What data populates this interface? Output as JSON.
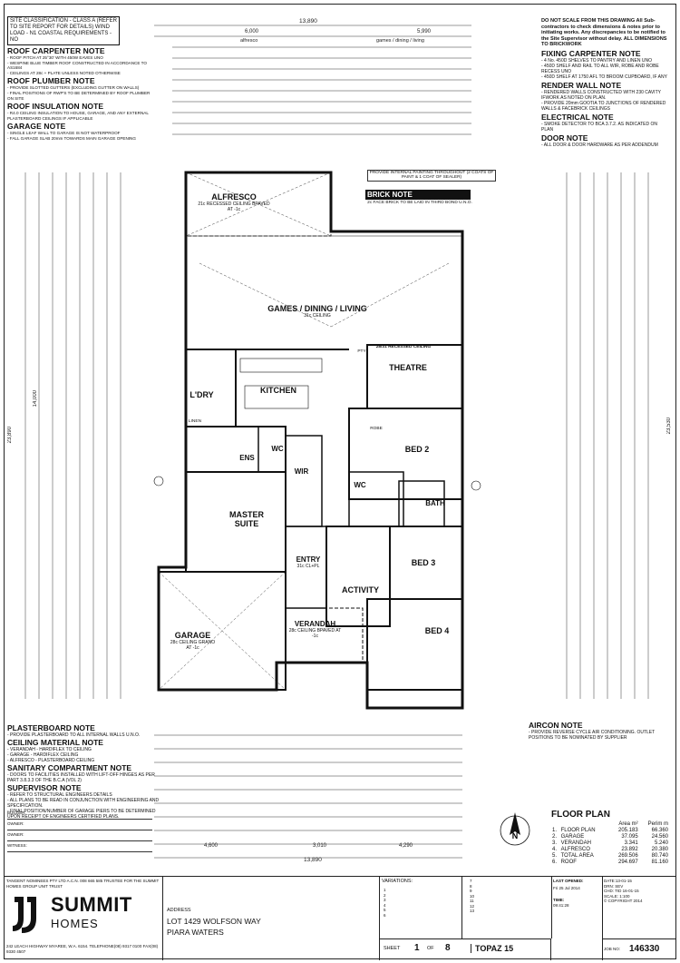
{
  "site_classification": "SITE CLASSIFICATION - CLASS A (REFER TO SITE REPORT FOR DETAILS) WIND LOAD - N1 COASTAL REQUIREMENTS - NO",
  "left_notes": [
    {
      "head": "ROOF CARPENTER NOTE",
      "items": [
        "- ROOF PITCH AT 25°30' WITH 450W EAVES UNO",
        "- WESPINE BLUE TIMBER ROOF CONSTRUCTED IN ACCORDANCE TO AS1684",
        "- CEILINGS AT 28c + PLATE UNLESS NOTED OTHERWISE"
      ]
    },
    {
      "head": "ROOF PLUMBER NOTE",
      "items": [
        "- PROVIDE SLOTTED GUTTERS (EXCLUDING GUTTER ON WALLS)",
        "- FINAL POSITIONS OF RWP'S TO BE DETERMINED BY ROOF PLUMBER ON SITE"
      ]
    },
    {
      "head": "ROOF INSULATION NOTE",
      "items": [
        "- R4.0 CEILING INSULATION TO HOUSE, GARAGE, AND ANY EXTERNAL PLASTERBOARD CEILINGS IF APPLICABLE"
      ]
    },
    {
      "head": "GARAGE NOTE",
      "items": [
        "- SINGLE LEAF WALL TO GARAGE IS NOT WATERPROOF",
        "- FALL GARAGE SLAB 20mm TOWARDS MAIN GARAGE OPENING"
      ]
    }
  ],
  "right_disclaimer": "DO NOT SCALE FROM THIS DRAWING All Sub-contractors to check dimensions & notes prior to initiating works. Any discrepancies to be notified to the Site Supervisor without delay. ALL DIMENSIONS TO BRICKWORK",
  "right_notes": [
    {
      "head": "FIXING CARPENTER NOTE",
      "items": [
        "- 4 No. 450D SHELVES TO PANTRY AND LINEN UNO",
        "- 450D SHELF AND RAIL TO ALL WIR, ROBE AND ROBE RECESS UNO",
        "- 450D SHELF AT 1750 AFL TO BROOM CUPBOARD, IF ANY"
      ]
    },
    {
      "head": "RENDER WALL NOTE",
      "items": [
        "- RENDERED WALLS CONSTRUCTED WITH 230 CAVITY IFWORK AS NOTED ON PLAN.",
        "- PROVIDE 20mm GOOTIA TO JUNCTIONS OF RENDERED WALLS & FACEBRICK CEILINGS"
      ]
    },
    {
      "head": "ELECTRICAL NOTE",
      "items": [
        "- SMOKE DETECTOR TO BCA 3.7.2. AS INDICATED ON PLAN"
      ]
    },
    {
      "head": "DOOR NOTE",
      "items": [
        "- ALL DOOR & DOOR HARDWARE AS PER ADDENDUM"
      ]
    }
  ],
  "bottom_notes": [
    {
      "head": "PLASTERBOARD NOTE",
      "items": [
        "- PROVIDE PLASTERBOARD TO ALL INTERNAL WALLS U.N.O."
      ]
    },
    {
      "head": "CEILING MATERIAL NOTE",
      "items": [
        "- VERANDAH - HARDIFLEX TO CEILING",
        "- GARAGE - HARDIFLEX CEILING",
        "- ALFRESCO - PLASTERBOARD CEILING"
      ]
    },
    {
      "head": "SANITARY COMPARTMENT NOTE",
      "items": [
        "- DOORS TO FACILITIES INSTALLED WITH LIFT-OFF HINGES AS PER PART 3.8.3.3 OF THE B.C.A (VOL 2)"
      ]
    },
    {
      "head": "SUPERVISOR NOTE",
      "items": [
        "- REFER TO STRUCTURAL ENGINEERS DETAILS",
        "- ALL PLANS TO BE READ IN CONJUNCTION WITH ENGINEERING AND SPECIFICATION.",
        "- FINAL POSITION/NUMBER OF GARAGE PIERS TO BE DETERMINED UPON RECEIPT OF ENGINEERS CERTIFIED PLANS."
      ]
    }
  ],
  "aircon": {
    "head": "AIRCON NOTE",
    "text": "- PROVIDE REVERSE CYCLE AIR CONDITIONING. OUTLET POSITIONS TO BE NOMINATED BY SUPPLIER"
  },
  "rooms": {
    "alfresco": "ALFRESCO",
    "alfresco_sub": "21c RECESSED CEILING BPAVED AT -1c",
    "games": "GAMES / DINING / LIVING",
    "games_sub": "31c CEILING",
    "theatre": "THEATRE",
    "theatre_sub": "28/31 RECESSED CEILING",
    "kitchen": "KITCHEN",
    "ldry": "L'DRY",
    "ens": "ENS",
    "wc": "WC",
    "wc2": "WC",
    "wir": "WIR",
    "master": "MASTER SUITE",
    "bed2": "BED 2",
    "bed3": "BED 3",
    "bed4": "BED 4",
    "bath": "BATH",
    "entry": "ENTRY",
    "entry_sub": "31c CL+PL",
    "activity": "ACTIVITY",
    "verandah": "VERANDAH",
    "verandah_sub": "28c CEILING BPAVED AT -1c",
    "garage": "GARAGE",
    "garage_sub": "28c CEILING GRANO AT -1c",
    "linen": "LINEN",
    "robe": "ROBE",
    "pty": "PTY"
  },
  "brick_note": "BRICK NOTE",
  "brick_note_sub": "2c FACE BRICK TO BE LAID IN THIRD BOND U.N.O.",
  "paint_note": "PROVIDE INTERNAL PAINTING THROUGHOUT (2 COATS OF PAINT & 1 COAT OF SEALER)",
  "dims": {
    "top_overall": "13,890",
    "top_a": "6,000",
    "top_b": "5,990",
    "top_alfresco": "alfresco",
    "top_games": "games / dining / living",
    "bottom_overall": "13,890",
    "left_total": "23,890",
    "right_total": "23,530",
    "mid_left": "14,000",
    "bottom_a": "4,600",
    "bottom_b": "3,010",
    "bottom_c": "4,290"
  },
  "signature_labels": [
    "BUILDER:",
    "OWNER:",
    "OWNER:",
    "WITNESS:"
  ],
  "floor_plan": {
    "title": "FLOOR PLAN",
    "col1": "Area m²",
    "col2": "Perim m",
    "rows": [
      {
        "n": "1.",
        "name": "FLOOR PLAN",
        "area": "205.183",
        "perim": "66.360"
      },
      {
        "n": "2.",
        "name": "GARAGE",
        "area": "37.095",
        "perim": "24.560"
      },
      {
        "n": "3.",
        "name": "VERANDAH",
        "area": "3.341",
        "perim": "5.240"
      },
      {
        "n": "4.",
        "name": "ALFRESCO",
        "area": "23.892",
        "perim": "20.380"
      },
      {
        "n": "5.",
        "name": "TOTAL AREA",
        "area": "269.506",
        "perim": "80.740"
      },
      {
        "n": "6.",
        "name": "ROOF",
        "area": "294.697",
        "perim": "81.160"
      }
    ]
  },
  "title_block": {
    "company_line": "TANGENT NOMINEES PTY LTD A.C.N. 008 665 585 TRUSTEE FOR THE SUMMIT HOMES GROUP UNIT TRUST",
    "logo_main": "SUMMIT",
    "logo_sub": "HOMES",
    "company_addr": "242 LEACH HIGHWAY MYAREE, W.A. 6154. TELEPHONE(08) 9317 0100 FAX(08) 9330 4507",
    "address_label": "ADDRESS",
    "address_1": "LOT 1429 WOLFSON WAY",
    "address_2": "PIARA WATERS",
    "sheet_label": "SHEET",
    "sheet_no": "1",
    "of": "OF",
    "sheet_total": "8",
    "variations": "VARIATIONS:",
    "variation_nums_a": [
      "1",
      "2",
      "3",
      "4",
      "5",
      "6"
    ],
    "variation_nums_b": [
      "7",
      "8",
      "9",
      "10",
      "11",
      "12",
      "13"
    ],
    "design": "TOPAZ 15",
    "last_opened_label": "LAST OPENED:",
    "last_opened": "Fri 25 Jul 2014",
    "time_label": "TIME:",
    "time": "09:41:28",
    "date": "DATE:13-01-15",
    "drn": "DRN: SEV",
    "chd": "CHD: TID 16-01-15",
    "scale": "SCALE: 1:100",
    "copyright": "© COPYRIGHT 2014",
    "job_label": "JOB NO:",
    "job_no": "146330"
  }
}
